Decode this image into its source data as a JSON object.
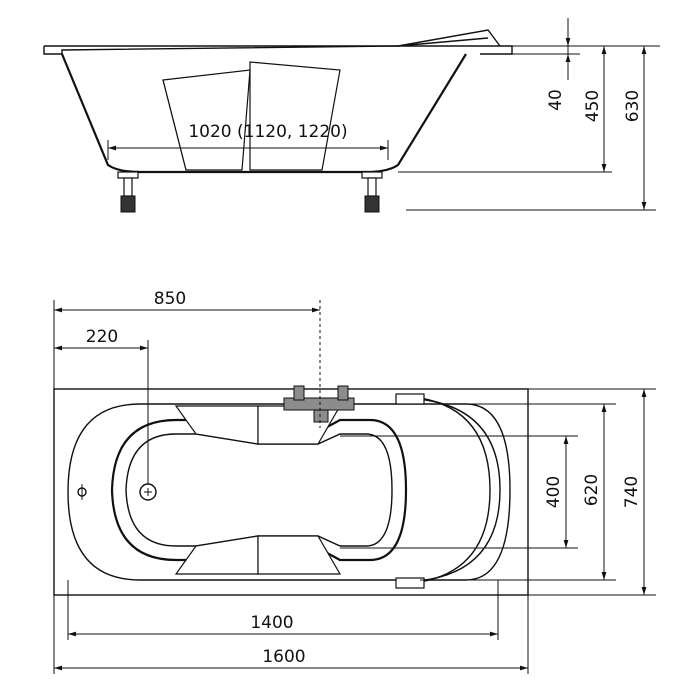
{
  "side_view": {
    "length_label": "1020 (1120, 1220)",
    "rim_label": "40",
    "depth_label": "450",
    "total_height_label": "630"
  },
  "top_view": {
    "outlet_offset_label": "220",
    "mixer_offset_label": "850",
    "inner_width_label": "400",
    "basin_width_label": "620",
    "total_width_label": "740",
    "inner_length_label": "1400",
    "total_length_label": "1600"
  }
}
